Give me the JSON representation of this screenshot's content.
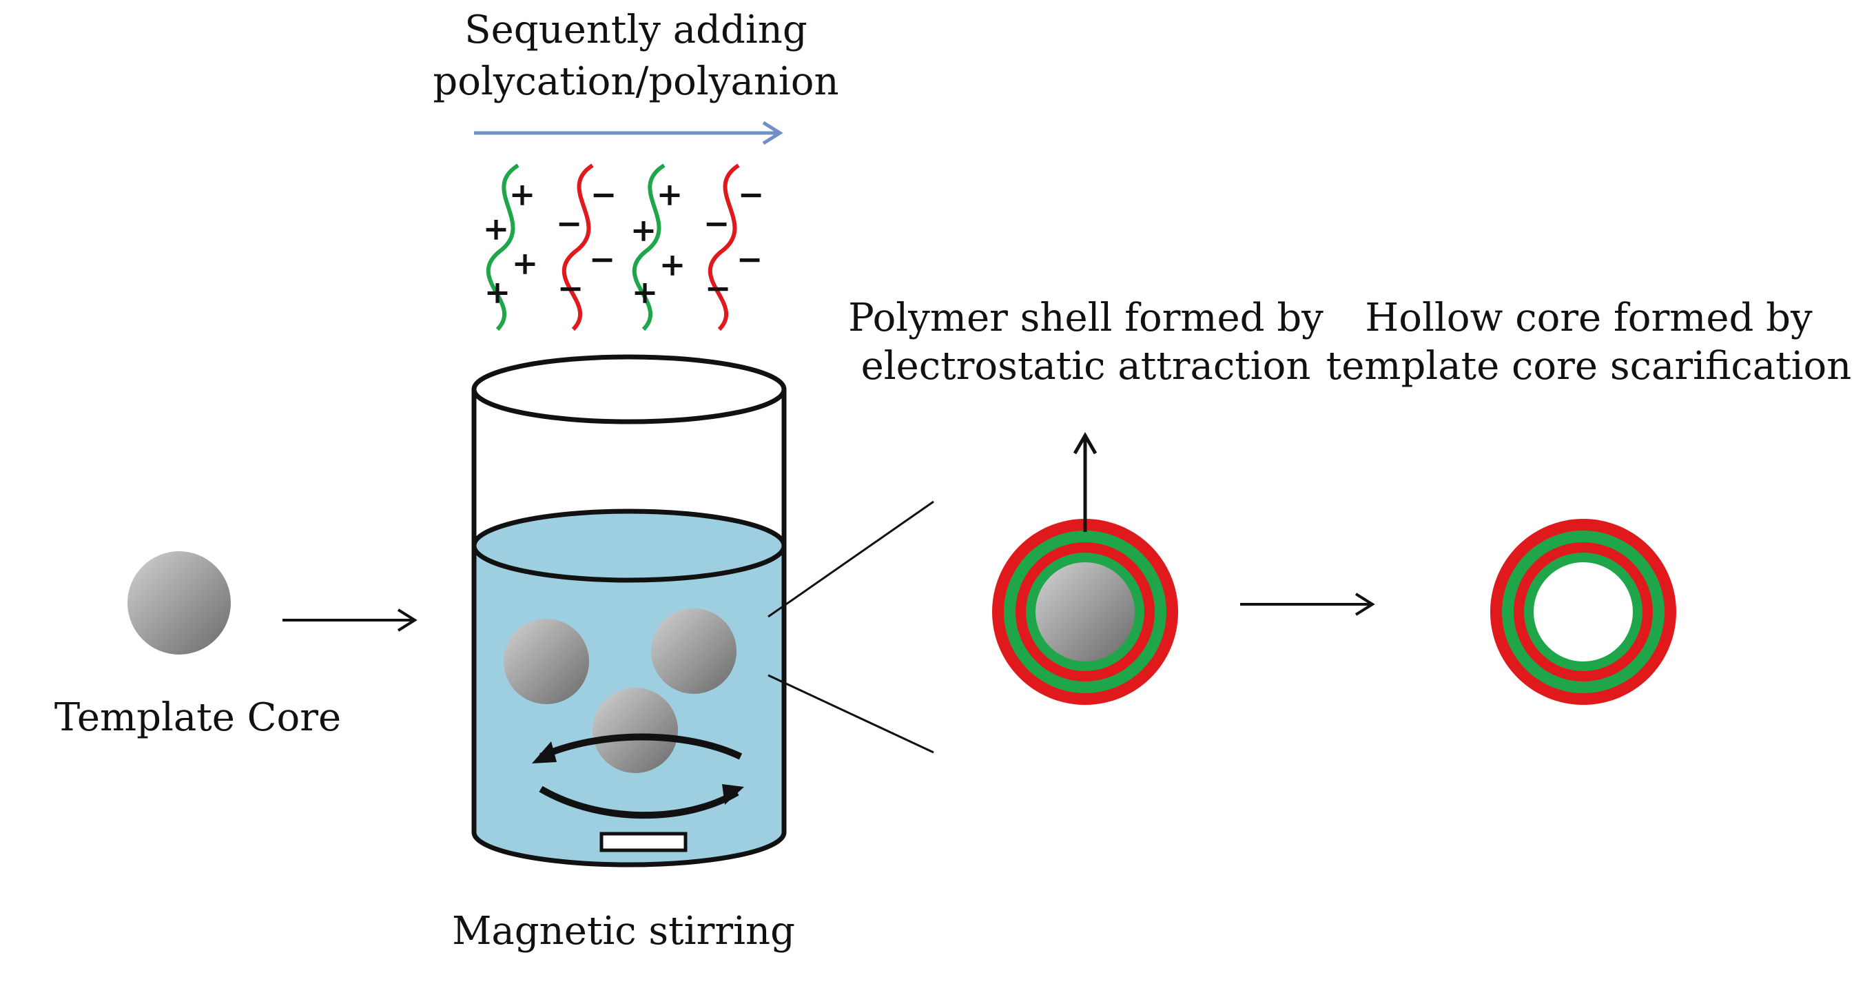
{
  "labels": {
    "top_line1": "Sequently adding",
    "top_line2": "polycation/polyanion",
    "template_core": "Template Core",
    "magnetic_stirring": "Magnetic stirring",
    "shell_line1": "Polymer shell formed by",
    "shell_line2": "electrostatic attraction",
    "hollow_line1": "Hollow core formed by",
    "hollow_line2": "template core scarification"
  },
  "charges": {
    "polycation_sign": "+",
    "polyanion_sign": "−"
  },
  "colors": {
    "polycation": "#1fa64a",
    "polyanion": "#e0191c",
    "plus_sign": "#8cc63f",
    "liquid": "#9dcfe0",
    "top_arrow": "#6f8fc8",
    "core_light": "#d2d2d2",
    "core_dark": "#6a6a6a",
    "outline": "#111111"
  }
}
